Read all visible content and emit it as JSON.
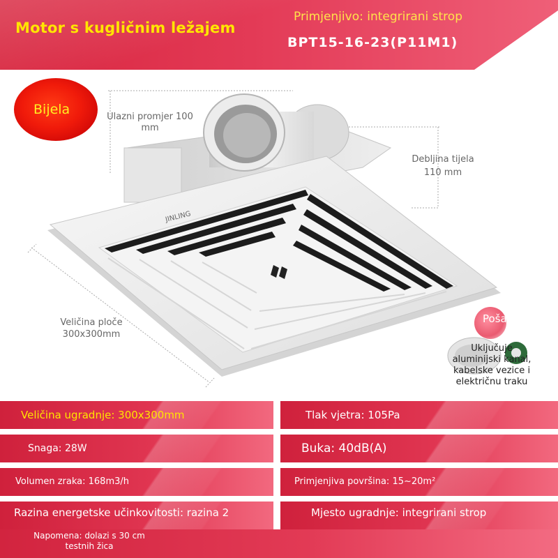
{
  "header": {
    "title": "Motor s kugličnim ležajem",
    "application": "Primjenjivo: integrirani strop",
    "model": "BPT15-16-23(P11M1)"
  },
  "badge": {
    "color_label": "Bijela",
    "color": "#e8100a"
  },
  "dimensions": {
    "inlet": "Ulazni promjer 100 mm",
    "body_thickness_1": "Debljina tijela",
    "body_thickness_2": "110 mm",
    "panel_size_1": "Veličina ploče",
    "panel_size_2": "300x300mm"
  },
  "product": {
    "brand": "JINLING"
  },
  "accessories": {
    "send_label": "Pošalji",
    "description": "Uključuje aluminijski kanal, kabelske vezice i električnu traku"
  },
  "specs": {
    "install_size": "Veličina ugradnje: 300x300mm",
    "wind_pressure": "Tlak vjetra: 105Pa",
    "power": "Snaga: 28W",
    "noise": "Buka: 40dB(A)",
    "air_volume": "Volumen zraka: 168m3/h",
    "applicable_area": "Primjenjiva površina: 15~20m²",
    "energy_level": "Razina energetske učinkovitosti: razina 2",
    "install_location": "Mjesto ugradnje: integrirani strop",
    "note": "Napomena: dolazi s 30 cm testnih žica"
  },
  "colors": {
    "accent_red": "#e0304c",
    "highlight_yellow": "#ffe500"
  }
}
